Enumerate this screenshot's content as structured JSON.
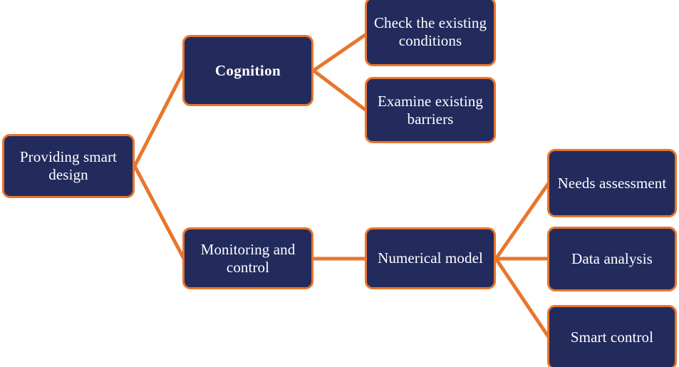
{
  "diagram": {
    "type": "flow-tree",
    "orientation": "left-to-right",
    "colors": {
      "node_fill": "#232b5d",
      "node_border": "#e8762c",
      "connector": "#e8762c",
      "node_text": "#ffffff",
      "background": "#ffffff"
    },
    "nodes": [
      {
        "id": "root",
        "label": "Providing smart design",
        "level": 0,
        "bold": false
      },
      {
        "id": "cognition",
        "label": "Cognition",
        "level": 1,
        "bold": true
      },
      {
        "id": "check",
        "label": "Check the existing conditions",
        "level": 2,
        "bold": false
      },
      {
        "id": "examine",
        "label": "Examine existing barriers",
        "level": 2,
        "bold": false
      },
      {
        "id": "monitoring",
        "label": "Monitoring and control",
        "level": 1,
        "bold": false
      },
      {
        "id": "numerical",
        "label": "Numerical model",
        "level": 2,
        "bold": false
      },
      {
        "id": "needs",
        "label": "Needs assessment",
        "level": 3,
        "bold": false
      },
      {
        "id": "data",
        "label": "Data analysis",
        "level": 3,
        "bold": false
      },
      {
        "id": "smart",
        "label": "Smart control",
        "level": 3,
        "bold": false
      }
    ],
    "edges": [
      {
        "from": "root",
        "to": "cognition"
      },
      {
        "from": "root",
        "to": "monitoring"
      },
      {
        "from": "cognition",
        "to": "check"
      },
      {
        "from": "cognition",
        "to": "examine"
      },
      {
        "from": "monitoring",
        "to": "numerical"
      },
      {
        "from": "numerical",
        "to": "needs"
      },
      {
        "from": "numerical",
        "to": "data"
      },
      {
        "from": "numerical",
        "to": "smart"
      }
    ]
  }
}
